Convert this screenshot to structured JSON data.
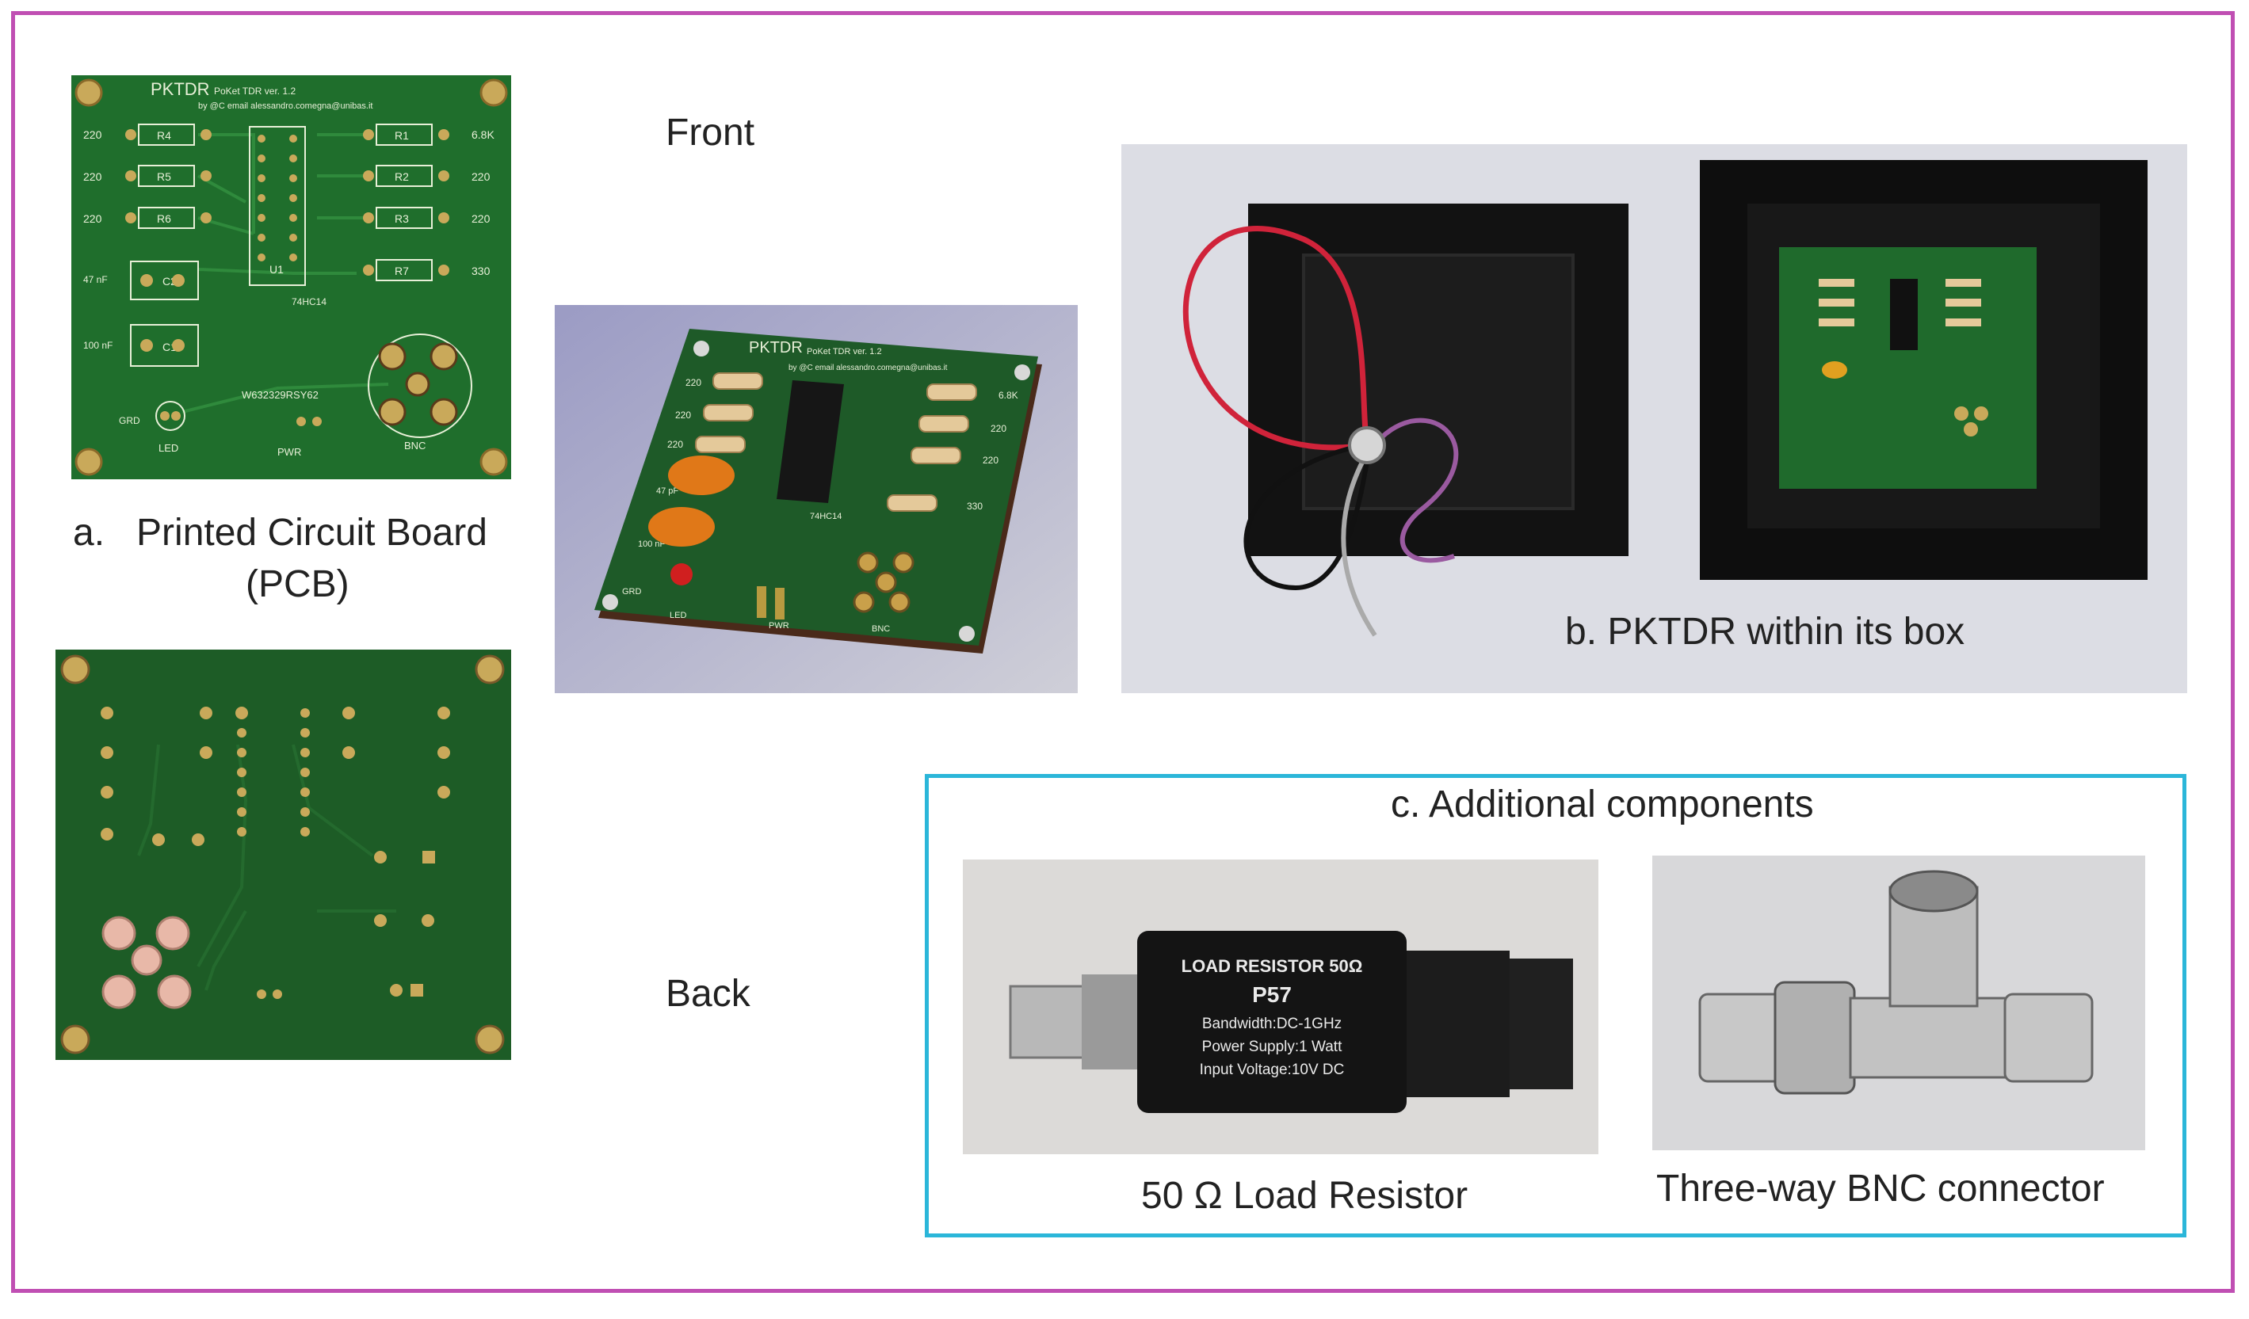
{
  "labels": {
    "front": "Front",
    "back": "Back",
    "pcb_caption_line1": "a.   Printed Circuit Board",
    "pcb_caption_line2": "(PCB)",
    "box_caption": "b. PKTDR within its box",
    "additional_title": "c. Additional components",
    "load_caption": "50 Ω Load Resistor",
    "bnc_caption": "Three-way BNC connector"
  },
  "pcb": {
    "title": "PKTDR",
    "subtitle": "PoKet TDR ver. 1.2",
    "email": "by @C email alessandro.comegna@unibas.it",
    "chip": "74HC14",
    "chip_ref": "U1",
    "serial": "W632329RSY62",
    "res_left": [
      {
        "ref": "R4",
        "val": "220"
      },
      {
        "ref": "R5",
        "val": "220"
      },
      {
        "ref": "R6",
        "val": "220"
      }
    ],
    "res_right": [
      {
        "ref": "R1",
        "val": "6.8K"
      },
      {
        "ref": "R2",
        "val": "220"
      },
      {
        "ref": "R3",
        "val": "220"
      }
    ],
    "r7": {
      "ref": "R7",
      "val": "330"
    },
    "caps": [
      {
        "ref": "C2",
        "val": "47 nF"
      },
      {
        "ref": "C1",
        "val": "100 nF"
      }
    ],
    "led": "LED",
    "grd": "GRD",
    "pwr": "PWR",
    "bnc": "BNC"
  },
  "render3d": {
    "title": "PKTDR",
    "subtitle": "PoKet TDR ver. 1.2",
    "email": "by @C email alessandro.comegna@unibas.it",
    "chip": "74HC14",
    "left_vals": [
      "220",
      "220",
      "220"
    ],
    "right_vals": [
      "6.8K",
      "220",
      "220",
      "330"
    ],
    "cap_vals": [
      "47 pF",
      "100 nF"
    ],
    "led": "LED",
    "grd": "GRD",
    "pwr": "PWR",
    "bnc": "BNC"
  },
  "load_resistor": {
    "line1": "LOAD RESISTOR  50Ω",
    "line2": "P57",
    "line3": "Bandwidth:DC-1GHz",
    "line4": "Power Supply:1 Watt",
    "line5": "Input Voltage:10V DC"
  },
  "colors": {
    "frame": "#c04fb3",
    "cyan_box": "#2bb6d9",
    "pcb_green": "#1e6b2a",
    "render_bg": "#a9a9c9"
  }
}
